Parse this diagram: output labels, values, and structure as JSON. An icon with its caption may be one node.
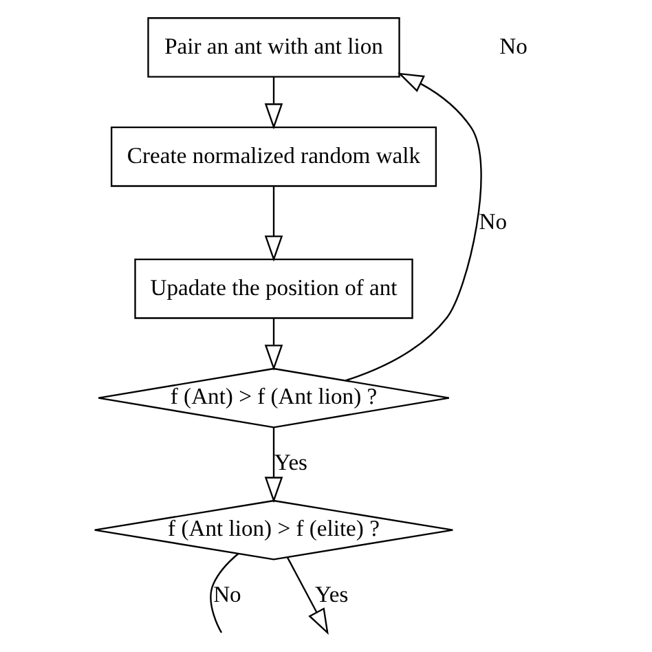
{
  "diagram": {
    "nodes": [
      {
        "text": [
          "Pair an ant with ant lion"
        ]
      },
      {
        "text": [
          "Create normalized random walk"
        ]
      },
      {
        "text": [
          "Upadate the position of ant"
        ]
      },
      {
        "text": [
          "f (Ant) > f (Ant lion) ?"
        ]
      },
      {
        "text": [
          "f (Ant lion) > f (elite) ?"
        ]
      }
    ],
    "edges": [
      {
        "from": 0,
        "to": 1,
        "arrow": "to"
      },
      {
        "from": 1,
        "to": 2,
        "arrow": "to"
      },
      {
        "from": 2,
        "to": 3,
        "arrow": "to"
      },
      {
        "from": 3,
        "to": 0,
        "arrow": "to",
        "label": "No"
      },
      {
        "from": 3,
        "to": 4,
        "arrow": "to",
        "label": "Yes"
      },
      {
        "from": 4,
        "to": null,
        "arrow": "none",
        "label": "No"
      },
      {
        "from": 4,
        "to": null,
        "arrow": "to",
        "label": "Yes"
      }
    ],
    "labels": [
      "No"
    ]
  }
}
